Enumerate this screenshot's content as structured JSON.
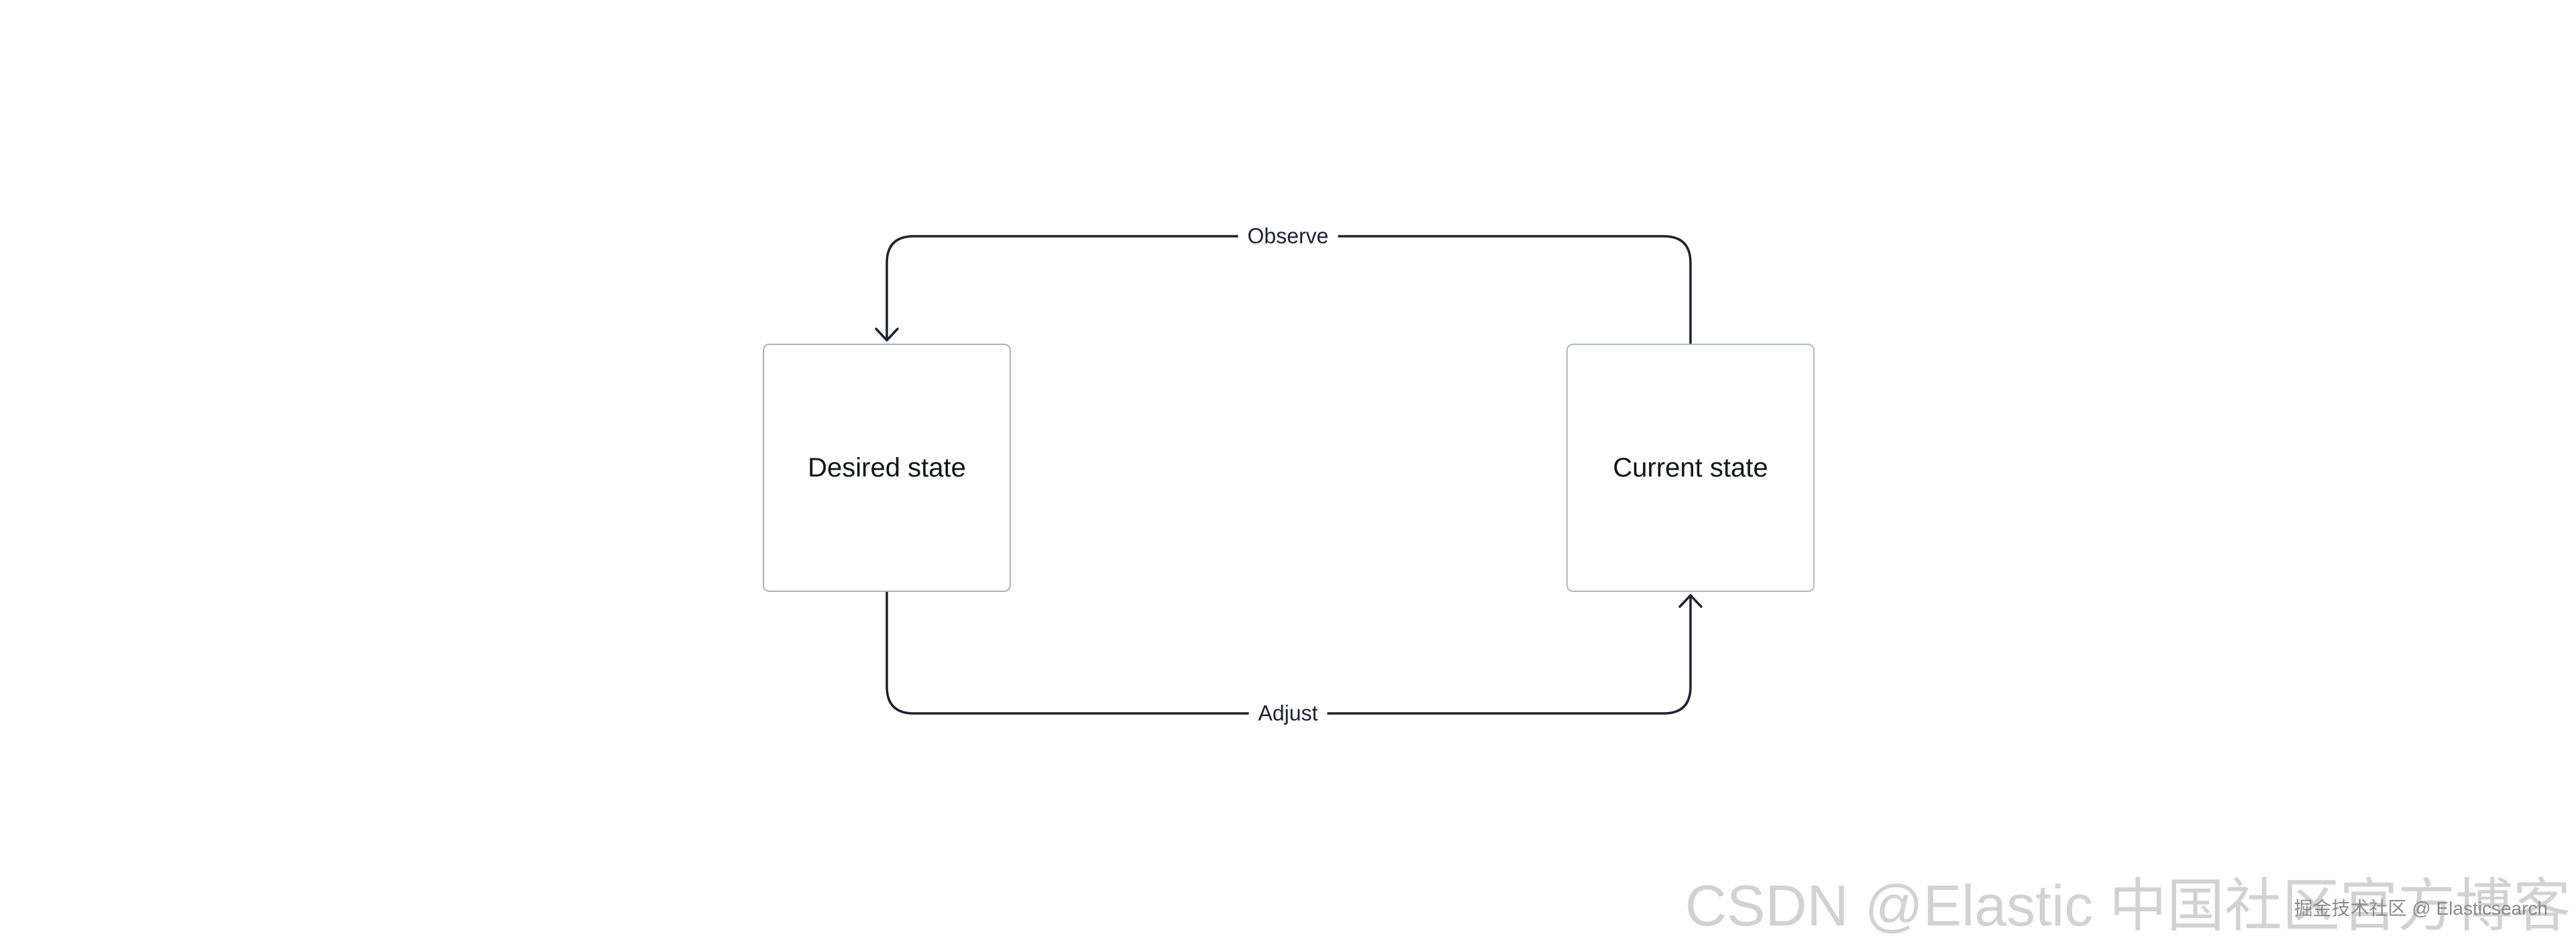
{
  "diagram": {
    "nodes": [
      {
        "id": "desired",
        "label": "Desired state"
      },
      {
        "id": "current",
        "label": "Current state"
      }
    ],
    "edges": [
      {
        "from": "current",
        "to": "desired",
        "label": "Observe"
      },
      {
        "from": "desired",
        "to": "current",
        "label": "Adjust"
      }
    ]
  },
  "watermark": {
    "main": "CSDN @Elastic 中国社区官方博客",
    "small": "掘金技术社区 @ Elasticsearch"
  },
  "colors": {
    "line": "#1b2230",
    "box_border": "#a8b2c4",
    "background": "#ffffff"
  }
}
